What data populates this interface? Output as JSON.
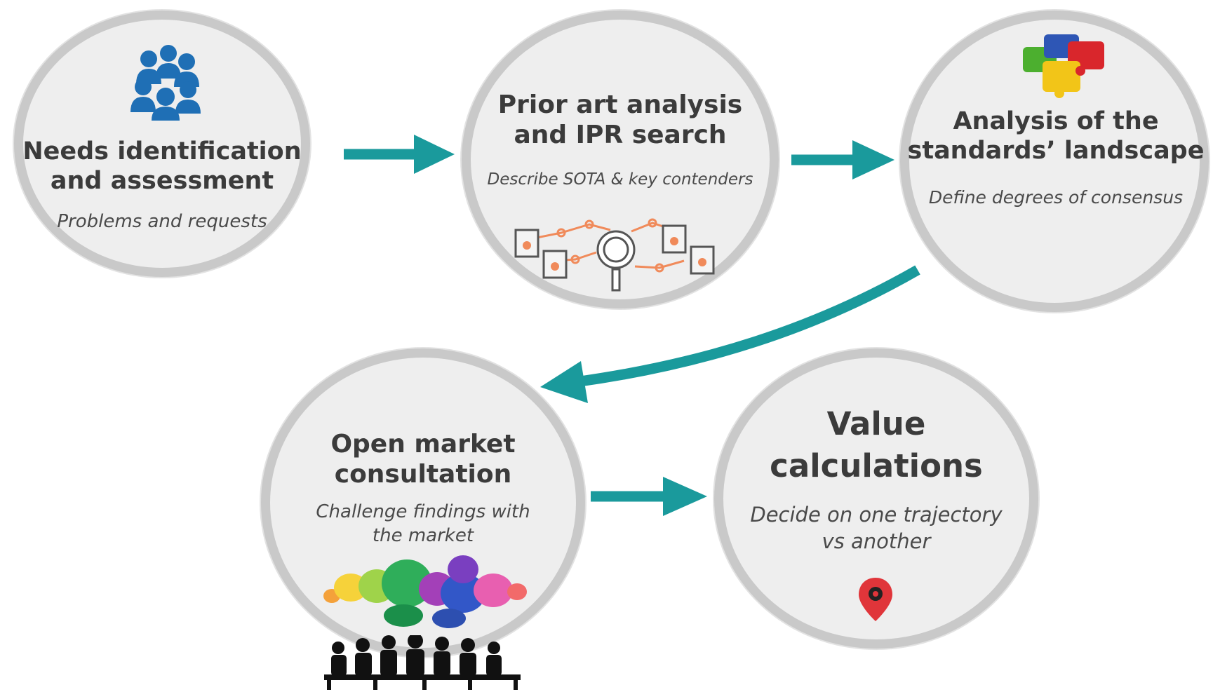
{
  "steps": [
    {
      "title_line1": "Needs identification",
      "title_line2": "and assessment",
      "subtitle": "Problems and requests"
    },
    {
      "title_line1": "Prior art analysis",
      "title_line2": "and IPR search",
      "subtitle": "Describe SOTA & key contenders"
    },
    {
      "title_line1": "Analysis of the",
      "title_line2": "standards’ landscape",
      "subtitle": "Define degrees of consensus"
    },
    {
      "title_line1": "Open market",
      "title_line2": "consultation",
      "subtitle_line1": "Challenge findings with",
      "subtitle_line2": "the market"
    },
    {
      "title_line1": "Value",
      "title_line2": "calculations",
      "subtitle_line1": "Decide on one trajectory",
      "subtitle_line2": "vs another"
    }
  ],
  "colors": {
    "arrow": "#1a9a9c",
    "circle_fill": "#eeeeee",
    "circle_border": "#c9c9c9",
    "text": "#3b3b3b"
  },
  "icons": [
    "people-group-icon",
    "search-network-icon",
    "puzzle-icon",
    "speech-bubbles-icon",
    "audience-silhouette-icon",
    "map-pin-icon"
  ]
}
